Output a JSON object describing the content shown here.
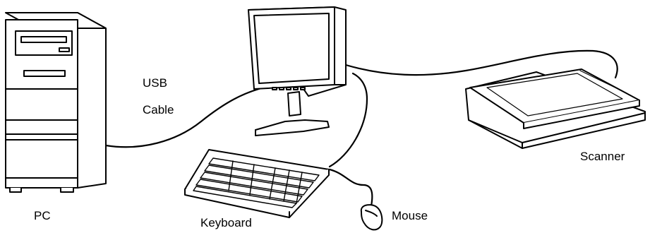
{
  "labels": {
    "usb": "USB",
    "cable": "Cable",
    "pc": "PC",
    "keyboard": "Keyboard",
    "mouse": "Mouse",
    "scanner": "Scanner"
  },
  "colors": {
    "line": "#000000",
    "fill": "#ffffff"
  },
  "icons": [
    "pc-tower-icon",
    "monitor-icon",
    "keyboard-icon",
    "mouse-icon",
    "scanner-icon",
    "usb-cable-icon"
  ]
}
